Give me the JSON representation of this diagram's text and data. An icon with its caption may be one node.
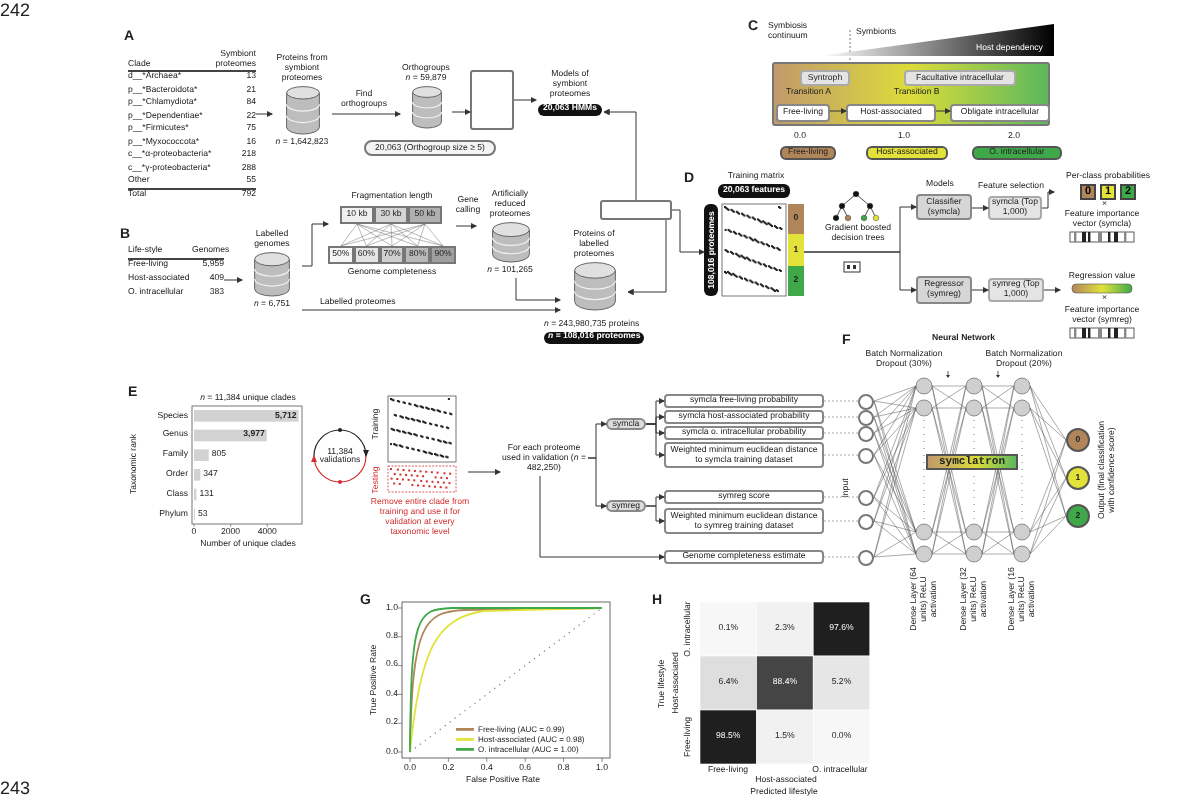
{
  "diagram": {
    "nodes": [
      {
        "text": [
          "Clade",
          "Symbiont proteomes",
          "d__*Archaea*",
          "13",
          "p__*Bacteroidota*",
          "21",
          "p__*Chlamydiota*",
          "84",
          "p__*Dependentiae*",
          "22",
          "p__*Firmicutes*",
          "75",
          "p__*Myxococcota*",
          "16",
          "c__*α-proteobacteria*",
          "218",
          "c__*γ-proteobacteria*",
          "288",
          "Other",
          "55",
          "Total",
          "792"
        ]
      },
      {
        "text": [
          "Proteins from symbiont proteomes"
        ],
        "beside": [
          "*n* = 1,642,823"
        ]
      },
      {
        "text": [
          "Orthogroups",
          "*n* = 59,879"
        ]
      },
      {
        "text": [
          "20,063 (Orthogroup size ≥ 5)"
        ]
      },
      {
        "text": [],
        "shape": "box"
      },
      {
        "text": [
          "Models of symbiont proteomes",
          "20,063 HMMs"
        ]
      },
      {
        "text": [
          "Life-style",
          "Genomes",
          "Free-living",
          "5,959",
          "Host-associated",
          "409",
          "O. intracellular",
          "383"
        ]
      },
      {
        "text": [
          "Labelled genomes"
        ],
        "beside": [
          "*n* = 6,751"
        ]
      },
      {
        "text": [
          "Fragmentation length",
          "10 kb",
          "30 kb",
          "50 kb",
          "50%",
          "60%",
          "70%",
          "80%",
          "90%",
          "Genome completeness"
        ]
      },
      {
        "text": [
          "Artificially reduced proteomes"
        ],
        "beside": [
          "*n* = 101,265"
        ]
      },
      {
        "text": [
          "Proteins of labelled proteomes"
        ],
        "beside": [
          "*n* = 243,980,735 proteins",
          "*n* = 108,016 proteomes"
        ]
      },
      {
        "text": [],
        "shape": "box"
      },
      {
        "text": [],
        "shape": "box"
      },
      {
        "text": [
          "Syntroph"
        ],
        "in": 12
      },
      {
        "text": [
          "Facultative intracellular"
        ],
        "in": 12
      },
      {
        "text": [
          "Free-living"
        ],
        "in": 12
      },
      {
        "text": [
          "Host-associated"
        ],
        "in": 12
      },
      {
        "text": [
          "Obligate intracellular"
        ],
        "in": 12
      },
      {
        "text": [
          "Free-living"
        ]
      },
      {
        "text": [
          "Host-associated"
        ]
      },
      {
        "text": [
          "O. intracellular"
        ]
      },
      {
        "text": [
          "Training matrix",
          "20,063 features",
          "108,016 proteomes",
          "0",
          "1",
          "2"
        ]
      },
      {
        "text": [
          "Classifier (symcla)"
        ]
      },
      {
        "text": [
          "symcla (Top 1,000)"
        ]
      },
      {
        "text": [
          "Per-class probabilities",
          "0",
          "1",
          "2"
        ]
      },
      {
        "text": [
          "Feature importance vector (symcla)"
        ]
      },
      {
        "text": [
          "Regressor (symreg)"
        ]
      },
      {
        "text": [
          "symreg (Top 1,000)"
        ]
      },
      {
        "text": [
          "Regression value"
        ]
      },
      {
        "text": [
          "Feature importance vector (symreg)"
        ]
      },
      {
        "text": [
          "11,384 validations"
        ]
      },
      {
        "text": [
          "Training",
          "Testing"
        ],
        "beside": [
          "Remove entire clade from training and use it for validation at every taxonomic level"
        ]
      },
      {
        "text": [
          "For each proteome used in validation (*n* = 482,250)"
        ]
      },
      {
        "text": [
          "symcla"
        ]
      },
      {
        "text": [
          "symreg"
        ]
      },
      {
        "text": [
          "symcla free-living probability"
        ]
      },
      {
        "text": [
          "symcla host-associated probability"
        ]
      },
      {
        "text": [
          "symcla o. intracellular probability"
        ]
      },
      {
        "text": [
          "Weighted minimum euclidean distance to symcla training dataset"
        ]
      },
      {
        "text": [
          "symreg score"
        ]
      },
      {
        "text": [
          "Weighted minimum euclidean distance to symreg training dataset"
        ]
      },
      {
        "text": [
          "Genome completeness estimate"
        ]
      },
      {
        "text": [],
        "shape": "circle"
      },
      {
        "text": [],
        "shape": "circle"
      },
      {
        "text": [],
        "shape": "circle"
      },
      {
        "text": [],
        "shape": "circle"
      },
      {
        "text": [],
        "shape": "circle"
      },
      {
        "text": [],
        "shape": "circle"
      },
      {
        "text": [],
        "shape": "circle"
      },
      {
        "text": [
          "symclatron"
        ]
      },
      {
        "text": [
          "0"
        ]
      },
      {
        "text": [
          "1"
        ]
      },
      {
        "text": [
          "2"
        ]
      }
    ],
    "edges": [
      {
        "from": 0,
        "to": 1,
        "arrow": "to"
      },
      {
        "from": 1,
        "to": 2,
        "arrow": "to",
        "label": "Find orthogroups"
      },
      {
        "from": 2,
        "to": 4,
        "arrow": "to"
      },
      {
        "from": 4,
        "to": 5,
        "arrow": "to"
      },
      {
        "from": 11,
        "to": 5,
        "arrow": "to"
      },
      {
        "from": 11,
        "to": 10,
        "arrow": "to"
      },
      {
        "from": 11,
        "to": 21,
        "arrow": "to"
      },
      {
        "from": 6,
        "to": 7,
        "arrow": "to"
      },
      {
        "from": 7,
        "to": 8,
        "arrow": "to"
      },
      {
        "from": 8,
        "to": 9,
        "arrow": "to",
        "label": "Gene calling"
      },
      {
        "from": 9,
        "to": 10,
        "arrow": "to"
      },
      {
        "from": 7,
        "to": 10,
        "arrow": "to",
        "label": "Labelled proteomes"
      },
      {
        "from": 15,
        "to": 16,
        "arrow": "to"
      },
      {
        "from": 16,
        "to": 17,
        "arrow": "to"
      },
      {
        "from": 21,
        "to": 22,
        "arrow": "to"
      },
      {
        "from": 21,
        "to": 26,
        "arrow": "to"
      },
      {
        "from": 22,
        "to": 23,
        "arrow": "to"
      },
      {
        "from": 23,
        "to": 24,
        "arrow": "to"
      },
      {
        "from": 26,
        "to": 27,
        "arrow": "to"
      },
      {
        "from": 27,
        "to": 28,
        "arrow": "to"
      },
      {
        "from": 31,
        "to": 32,
        "arrow": "to"
      },
      {
        "from": 32,
        "to": 33,
        "arrow": "to"
      },
      {
        "from": 32,
        "to": 34,
        "arrow": "to"
      },
      {
        "from": 32,
        "to": 41,
        "arrow": "to"
      },
      {
        "from": 33,
        "to": 35,
        "arrow": "to"
      },
      {
        "from": 33,
        "to": 36,
        "arrow": "to"
      },
      {
        "from": 33,
        "to": 37,
        "arrow": "to"
      },
      {
        "from": 33,
        "to": 38,
        "arrow": "to"
      },
      {
        "from": 34,
        "to": 39,
        "arrow": "to"
      },
      {
        "from": 34,
        "to": 40,
        "arrow": "to"
      },
      {
        "from": 35,
        "to": 42,
        "arrow": "none",
        "style": "dashed",
        "color": "#aaaaaa"
      },
      {
        "from": 36,
        "to": 43,
        "arrow": "none",
        "style": "dashed",
        "color": "#aaaaaa"
      },
      {
        "from": 37,
        "to": 44,
        "arrow": "none",
        "style": "dashed",
        "color": "#aaaaaa"
      },
      {
        "from": 38,
        "to": 45,
        "arrow": "none",
        "style": "dashed",
        "color": "#aaaaaa"
      },
      {
        "from": 39,
        "to": 46,
        "arrow": "none",
        "style": "dashed",
        "color": "#aaaaaa"
      },
      {
        "from": 40,
        "to": 47,
        "arrow": "none",
        "style": "dashed",
        "color": "#aaaaaa"
      },
      {
        "from": 41,
        "to": 48,
        "arrow": "none",
        "style": "dashed",
        "color": "#aaaaaa"
      }
    ],
    "labels": [
      "242",
      "A",
      "B",
      "C",
      "Symbiosis continuum",
      "Symbionts",
      "Host dependency",
      "Transition A",
      "Transition B",
      "0.0",
      "1.0",
      "2.0",
      "D",
      "Gradient boosted decision trees",
      "Models",
      "Feature selection",
      "×",
      "×",
      "E",
      "F",
      "Neural Network",
      "Batch Normalization Dropout (30%)",
      "Batch Normalization Dropout (20%)",
      "Input",
      "Dense Layer (64 units) ReLU activation",
      "Dense Layer (32 units) ReLU activation",
      "Dense Layer (16 units) ReLU activation",
      "Output (final classification with confidence score)",
      "G",
      "1.0",
      "0.8",
      "0.6",
      "0.4",
      "0.2",
      "0.0",
      "0.0",
      "0.2",
      "0.4",
      "0.6",
      "0.8",
      "1.0",
      "True Positive Rate",
      "False Positive Rate",
      "H",
      "0.1%",
      "2.3%",
      "97.6%",
      "6.4%",
      "88.4%",
      "5.2%",
      "98.5%",
      "1.5%",
      "0.0%",
      "O. intracellular",
      "Host-associated",
      "Free-living",
      "True lifestyle",
      "Free-living",
      "Host-associated",
      "O. intracellular",
      "Predicted lifestyle",
      "243"
    ],
    "legend": [
      {
        "text": "Free-living (AUC = 0.99)"
      },
      {
        "text": "Host-associated (AUC = 0.98)"
      },
      {
        "text": "O. intracellular (AUC = 1.00)"
      }
    ],
    "chart_data": {
      "type": "bar",
      "orientation": "horizontal",
      "title": "*n* = 11,384 unique clades",
      "xlabel": "Number of unique clades",
      "ylabel": "Taxonomic rank",
      "categories": [
        "Species",
        "Genus",
        "Family",
        "Order",
        "Class",
        "Phylum"
      ],
      "values": [
        5712,
        3977,
        805,
        347,
        131,
        53
      ],
      "xticks": [
        {
          "value": 0,
          "label": "0"
        },
        {
          "value": 2000,
          "label": "2000"
        },
        {
          "value": 4000,
          "label": "4000"
        }
      ],
      "xlim": [
        0,
        5900
      ],
      "data_labels": true,
      "value_labels": [
        "5,712",
        "3,977",
        "805",
        "347",
        "131",
        "53"
      ]
    }
  }
}
